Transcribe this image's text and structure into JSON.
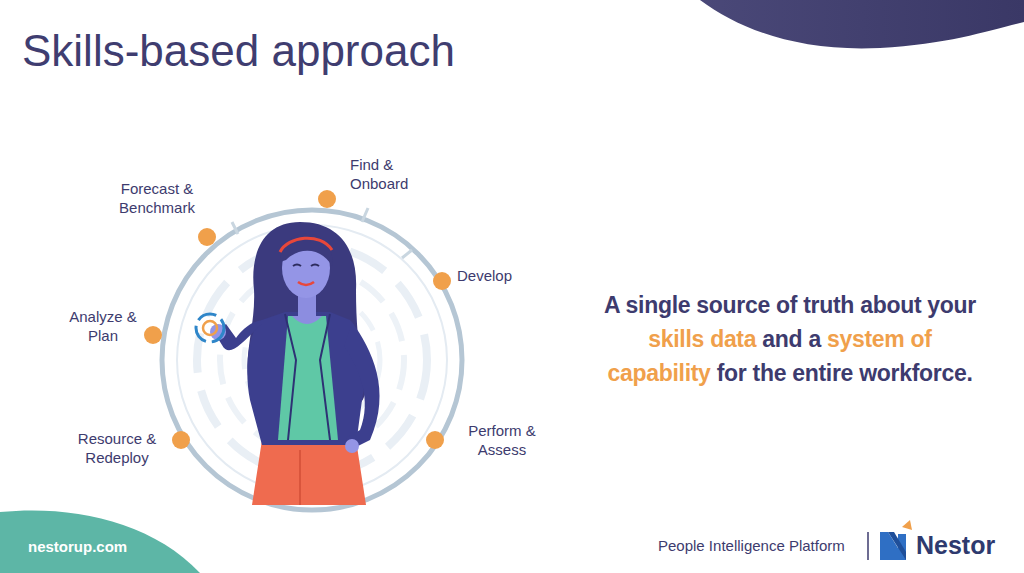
{
  "diagram": {
    "title": "Skills-based approach",
    "labels": [
      "Find & Onboard",
      "Develop",
      "Perform & Assess",
      "Resource & Redeploy",
      "Analyze & Plan",
      "Forecast & Benchmark",
      "A single source of truth about your",
      "skills data",
      "and a",
      "system of",
      "capability",
      "for the entire workforce.",
      "nestorup.com",
      "People Intelligence Platform",
      "Nestor"
    ]
  }
}
